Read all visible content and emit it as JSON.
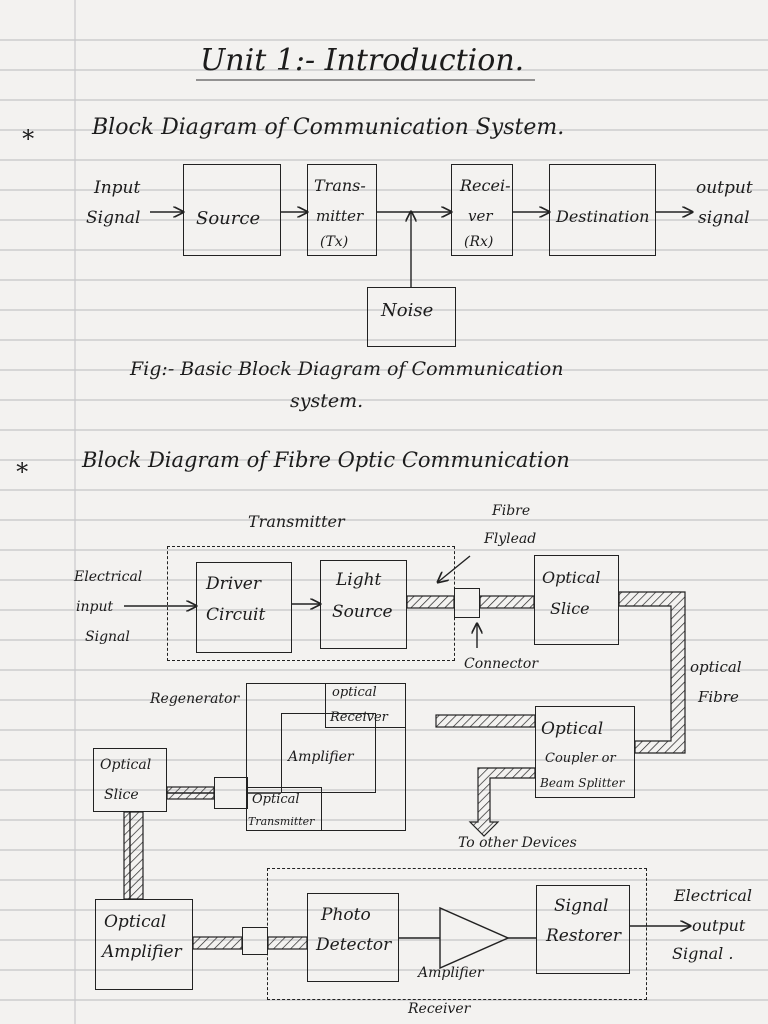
{
  "title": "Unit 1:- Introduction.",
  "section1": {
    "heading": "Block Diagram of Communication System.",
    "input_label": [
      "Input",
      "Signal"
    ],
    "source": "Source",
    "transmitter": [
      "Trans-",
      "mitter",
      "(Tx)"
    ],
    "receiver": [
      "Recei-",
      "ver",
      "(Rx)"
    ],
    "destination": "Destination",
    "output_label": [
      "output",
      "signal"
    ],
    "noise": "Noise",
    "caption": [
      "Fig:- Basic Block Diagram of Communication",
      "system."
    ]
  },
  "section2": {
    "heading": "Block Diagram of Fibre Optic Communication",
    "transmitter_group": "Transmitter",
    "fibre_flylead": [
      "Fibre",
      "Flylead"
    ],
    "electrical_input": [
      "Electrical",
      "input",
      "Signal"
    ],
    "driver_circuit": [
      "Driver",
      "Circuit"
    ],
    "light_source": [
      "Light",
      "Source"
    ],
    "optical_slice_top": [
      "Optical",
      "Slice"
    ],
    "connector": "Connector",
    "optical_fibre": [
      "optical",
      "Fibre"
    ],
    "regenerator": "Regenerator",
    "optical_receiver": [
      "optical",
      "Receiver"
    ],
    "amplifier_regen": "Amplifier",
    "optical_coupler": [
      "Optical",
      "Coupler or",
      "Beam Splitter"
    ],
    "optical_slice_left": [
      "Optical",
      "Slice"
    ],
    "optical_transmitter": [
      "Optical",
      "Transmitter"
    ],
    "to_other_devices": "To other Devices",
    "optical_amplifier": [
      "Optical",
      "Amplifier"
    ],
    "photo_detector": [
      "Photo",
      "Detector"
    ],
    "amplifier_rx": "Amplifier",
    "signal_restorer": [
      "Signal",
      "Restorer"
    ],
    "electrical_output": [
      "Electrical",
      "output",
      "Signal ."
    ],
    "receiver_group": "Receiver"
  }
}
